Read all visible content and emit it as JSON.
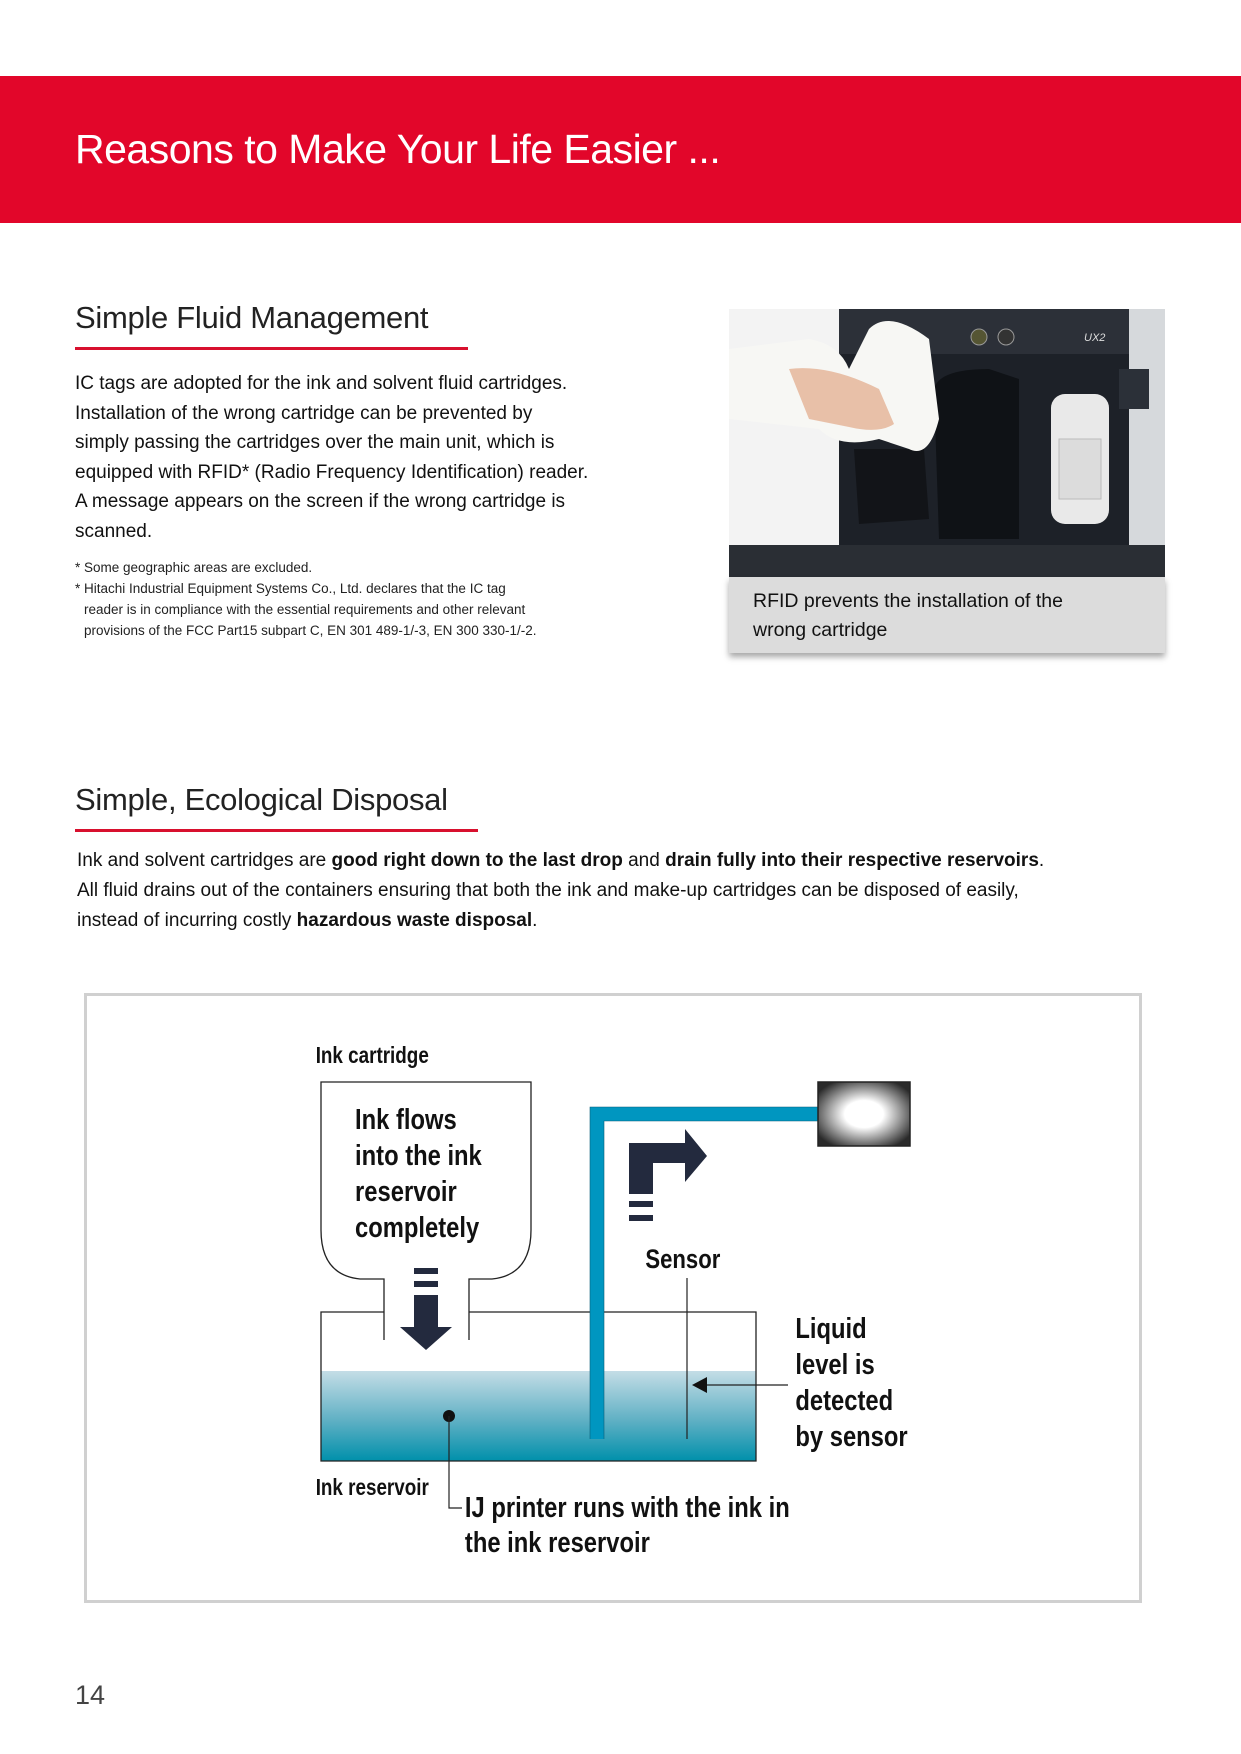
{
  "header": {
    "title": "Reasons to Make Your Life Easier ...",
    "color": "#e2062a"
  },
  "section1": {
    "heading": "Simple Fluid Management",
    "body_lines": [
      "IC tags are adopted for the ink and solvent fluid cartridges.",
      "Installation of the wrong cartridge can be prevented by",
      "simply passing the cartridges over the main unit, which is",
      "equipped with RFID* (Radio Frequency Identification) reader.",
      "A message appears on the screen if the wrong cartridge is",
      "scanned."
    ],
    "notes": [
      "* Some geographic areas are excluded.",
      "* Hitachi Industrial Equipment Systems Co., Ltd. declares that the IC tag",
      "reader is in compliance with the essential requirements and other relevant",
      "provisions of the FCC Part15 subpart C, EN 301 489-1/-3, EN 300 330-1/-2."
    ],
    "photo": {
      "model_label": "UX2",
      "caption_lines": [
        "RFID prevents the installation of the",
        "wrong cartridge"
      ]
    }
  },
  "section2": {
    "heading": "Simple, Ecological Disposal",
    "line1": {
      "a": "Ink and solvent cartridges are ",
      "b": "good right down to the last drop",
      "c": " and ",
      "d": "drain fully into their respective reservoirs",
      "e": "."
    },
    "line2": "All fluid drains out of the containers ensuring that both the ink and make-up cartridges can be disposed of easily,",
    "line3": {
      "a": "instead of incurring costly ",
      "b": "hazardous waste disposal",
      "c": "."
    }
  },
  "diagram": {
    "ink_cartridge_label": "Ink cartridge",
    "cartridge_text": [
      "Ink flows",
      "into the ink",
      "reservoir",
      "completely"
    ],
    "sensor_label": "Sensor",
    "liquid_text": [
      "Liquid",
      "level is",
      "detected",
      "by sensor"
    ],
    "ink_reservoir_label": "Ink reservoir",
    "printer_text": [
      "IJ printer runs with the ink in",
      "the ink reservoir"
    ],
    "pipe_color": "#0096c0",
    "arrow_color": "#232a3e"
  },
  "footer": {
    "page_number": "14"
  }
}
